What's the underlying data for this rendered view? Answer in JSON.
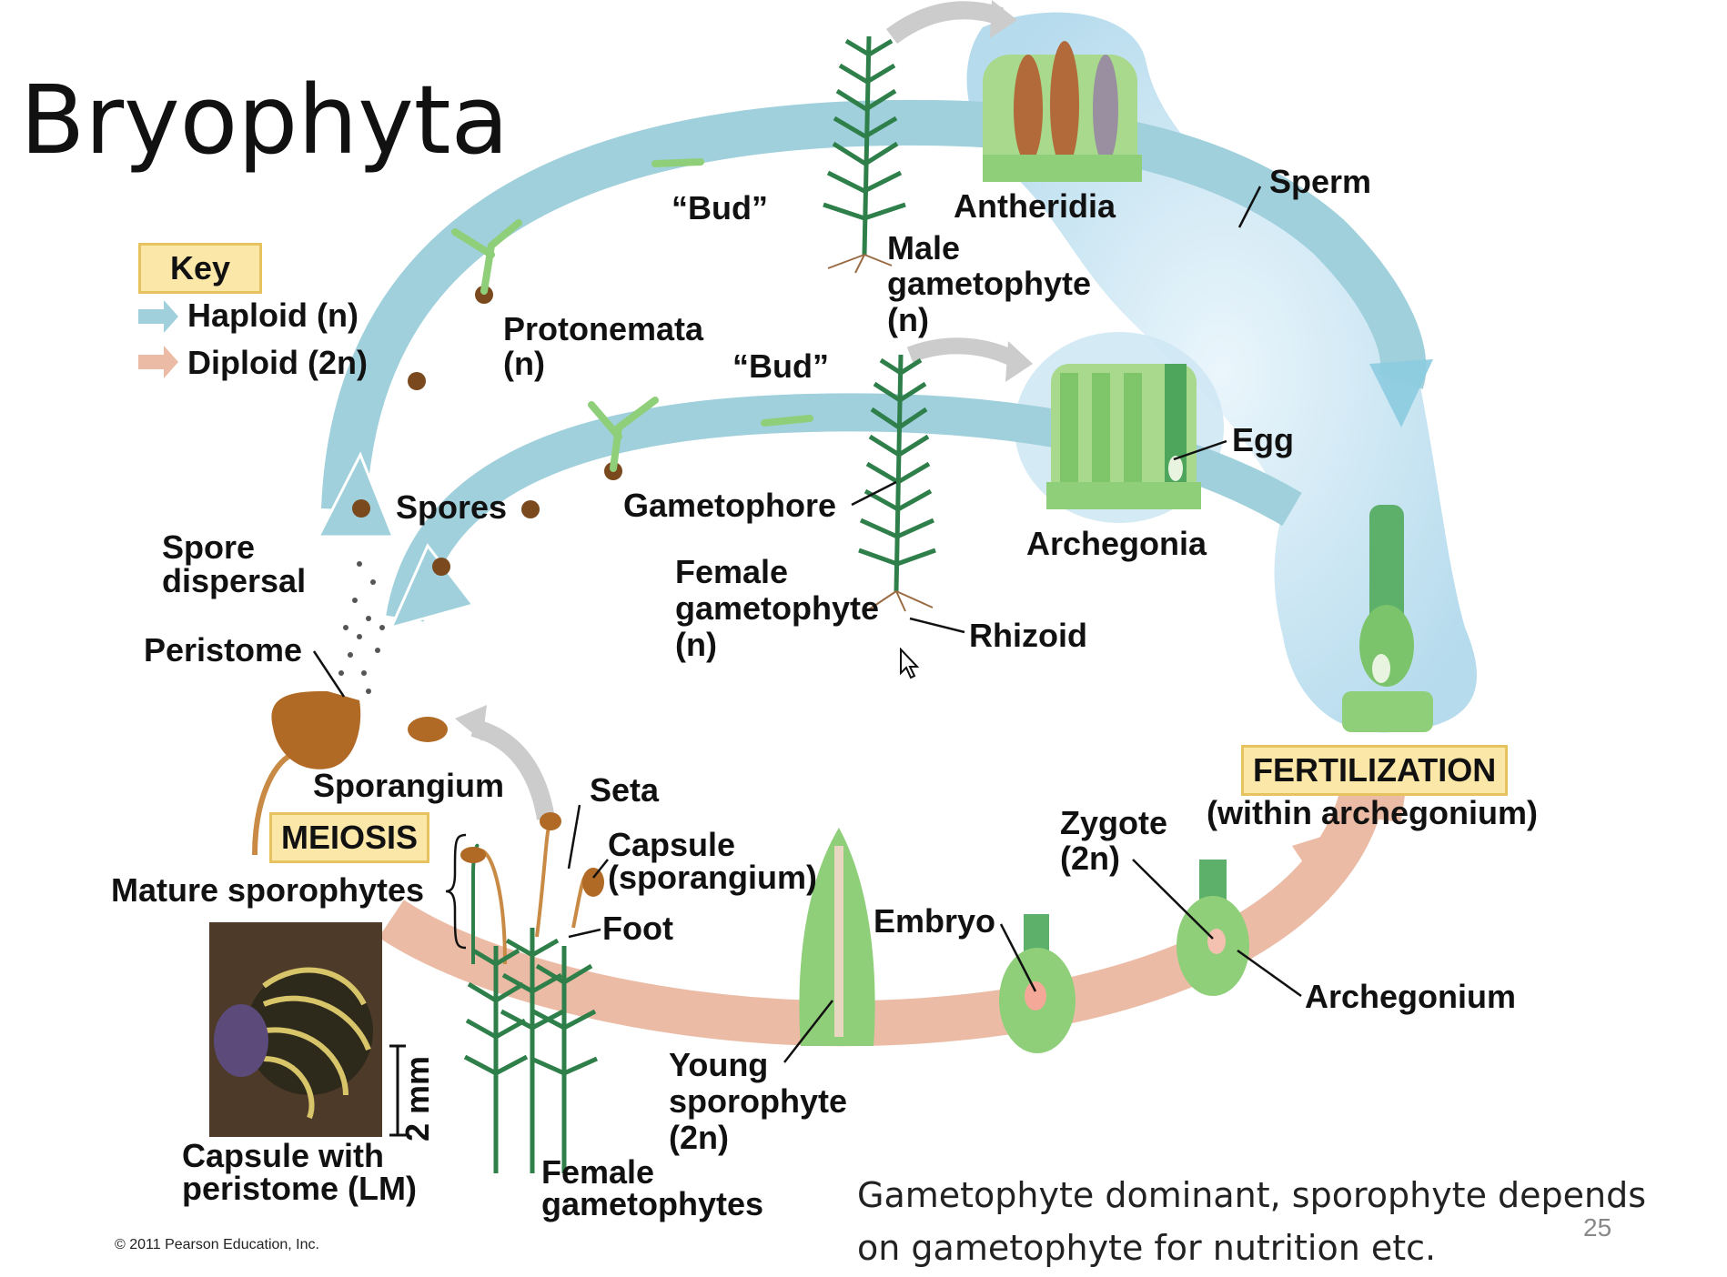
{
  "title": "Bryophyta",
  "key": {
    "heading": "Key",
    "items": [
      {
        "label": "Haploid (n)",
        "color": "#9fd0dc"
      },
      {
        "label": "Diploid (2n)",
        "color": "#ebbba5"
      }
    ]
  },
  "labels": {
    "bud_top": "“Bud”",
    "antheridia": "Antheridia",
    "sperm": "Sperm",
    "male_line1": "Male",
    "male_line2": "gametophyte",
    "male_line3": "(n)",
    "protonemata_line1": "Protonemata",
    "protonemata_line2": "(n)",
    "bud_mid": "“Bud”",
    "egg": "Egg",
    "spores": "Spores",
    "gametophore": "Gametophore",
    "archegonia": "Archegonia",
    "spore_dispersal_line1": "Spore",
    "spore_dispersal_line2": "dispersal",
    "female_line1": "Female",
    "female_line2": "gametophyte",
    "female_line3": "(n)",
    "rhizoid": "Rhizoid",
    "peristome": "Peristome",
    "fertilization": "FERTILIZATION",
    "fertilization_sub": "(within archegonium)",
    "sporangium": "Sporangium",
    "meiosis": "MEIOSIS",
    "seta": "Seta",
    "capsule_line1": "Capsule",
    "capsule_line2": "(sporangium)",
    "zygote_line1": "Zygote",
    "zygote_line2": "(2n)",
    "mature_sporophytes": "Mature sporophytes",
    "foot": "Foot",
    "embryo": "Embryo",
    "archegonium": "Archegonium",
    "young_line1": "Young",
    "young_line2": "sporophyte",
    "young_line3": "(2n)",
    "scale": "2 mm",
    "capsule_lm_line1": "Capsule with",
    "capsule_lm_line2": "peristome (LM)",
    "female_gametophytes_line1": "Female",
    "female_gametophytes_line2": "gametophytes"
  },
  "note_line1": "Gametophyte dominant, sporophyte depends",
  "note_line2": "on gametophyte for nutrition etc.",
  "copyright": "© 2011 Pearson Education, Inc.",
  "page_number": "25",
  "colors": {
    "haploid": "#9fd0dc",
    "diploid": "#ebbba5",
    "water": "#bfe0f0",
    "plant": "#3f9a5a",
    "cells": "#8fcf7a",
    "capsule": "#b06a25"
  }
}
